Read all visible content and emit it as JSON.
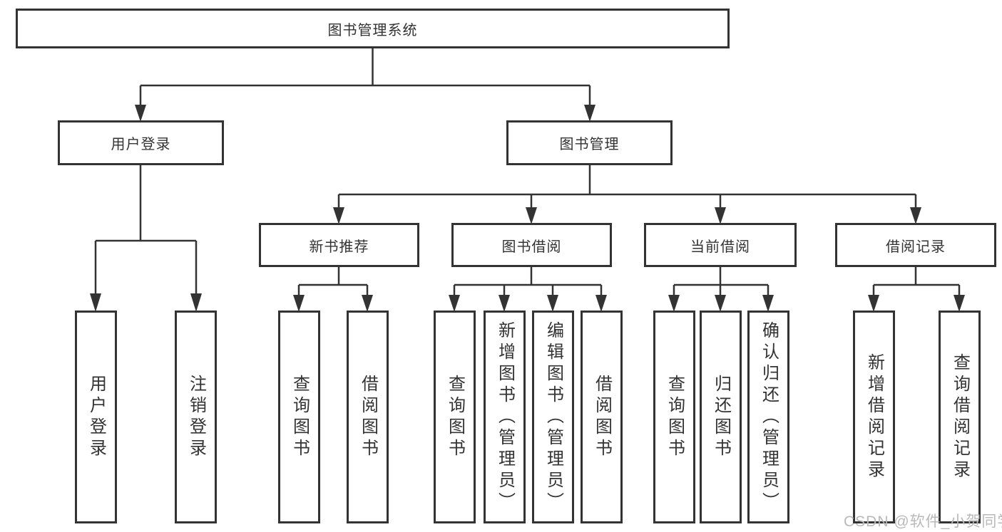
{
  "tree": {
    "root": {
      "label": "图书管理系统",
      "children": [
        {
          "label": "用户登录",
          "children": [
            {
              "label": "用户登录"
            },
            {
              "label": "注销登录"
            }
          ]
        },
        {
          "label": "图书管理",
          "children": [
            {
              "label": "新书推荐",
              "children": [
                {
                  "label": "查询图书"
                },
                {
                  "label": "借阅图书"
                }
              ]
            },
            {
              "label": "图书借阅",
              "children": [
                {
                  "label": "查询图书"
                },
                {
                  "label": "新增图书（管理员）"
                },
                {
                  "label": "编辑图书（管理员）"
                },
                {
                  "label": "借阅图书"
                }
              ]
            },
            {
              "label": "当前借阅",
              "children": [
                {
                  "label": "查询图书"
                },
                {
                  "label": "归还图书"
                },
                {
                  "label": "确认归还（管理员）"
                }
              ]
            },
            {
              "label": "借阅记录",
              "children": [
                {
                  "label": "新增借阅记录"
                },
                {
                  "label": "查询借阅记录"
                }
              ]
            }
          ]
        }
      ]
    }
  },
  "watermark": {
    "text": "CSDN @软件_小贺同学"
  },
  "colors": {
    "line": "#333333",
    "box_border": "#333333",
    "text": "#333333",
    "watermark": "#b9b9b9"
  }
}
